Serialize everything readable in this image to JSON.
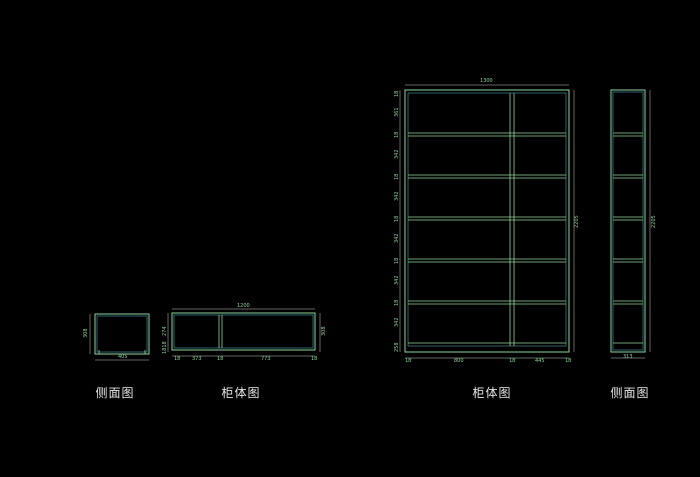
{
  "captions": {
    "side_small": "侧面图",
    "body_small": "柜体图",
    "body_large": "柜体图",
    "side_large": "侧面图"
  },
  "dims": {
    "small_side_width": "405",
    "small_side_height": "308",
    "small_body_width": "1200",
    "small_body_height": "308",
    "small_body_left_v": "274",
    "small_body_left_v2": "1818",
    "small_body_b1": "18",
    "small_body_b2": "373",
    "small_body_b3": "18",
    "small_body_b4": "773",
    "small_body_b5": "18",
    "large_body_width": "1300",
    "large_body_height": "2205",
    "large_body_shelf": "342",
    "large_body_top_shelf": "361",
    "large_body_thk": "18",
    "large_body_bottom_v": "258",
    "large_body_b1": "18",
    "large_body_b2": "800",
    "large_body_b3": "18",
    "large_body_b4": "445",
    "large_body_b5": "18",
    "large_side_width": "313",
    "large_side_height": "2205"
  },
  "colors": {
    "outline": "#8fd49b",
    "inner": "#4aa0b0",
    "background": "#000000"
  }
}
